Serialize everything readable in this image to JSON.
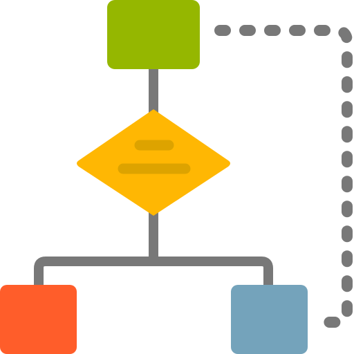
{
  "diagram": {
    "kind": "flowchart-icon",
    "nodes": [
      {
        "id": "start",
        "shape": "rounded-rectangle",
        "color": "#95B700"
      },
      {
        "id": "decision",
        "shape": "diamond",
        "color": "#FFB703",
        "line_color": "#DDA300",
        "text_lines": 2
      },
      {
        "id": "left-outcome",
        "shape": "rounded-rectangle",
        "color": "#FF5D2A"
      },
      {
        "id": "right-outcome",
        "shape": "rounded-rectangle",
        "color": "#74A3BB"
      }
    ],
    "connectors": [
      {
        "from": "start",
        "to": "decision",
        "style": "solid",
        "color": "#787878"
      },
      {
        "from": "decision",
        "to": "left-outcome",
        "style": "solid",
        "color": "#787878"
      },
      {
        "from": "decision",
        "to": "right-outcome",
        "style": "solid",
        "color": "#787878"
      },
      {
        "from": "right-outcome",
        "to": "start",
        "style": "dotted",
        "color": "#787878"
      }
    ]
  }
}
